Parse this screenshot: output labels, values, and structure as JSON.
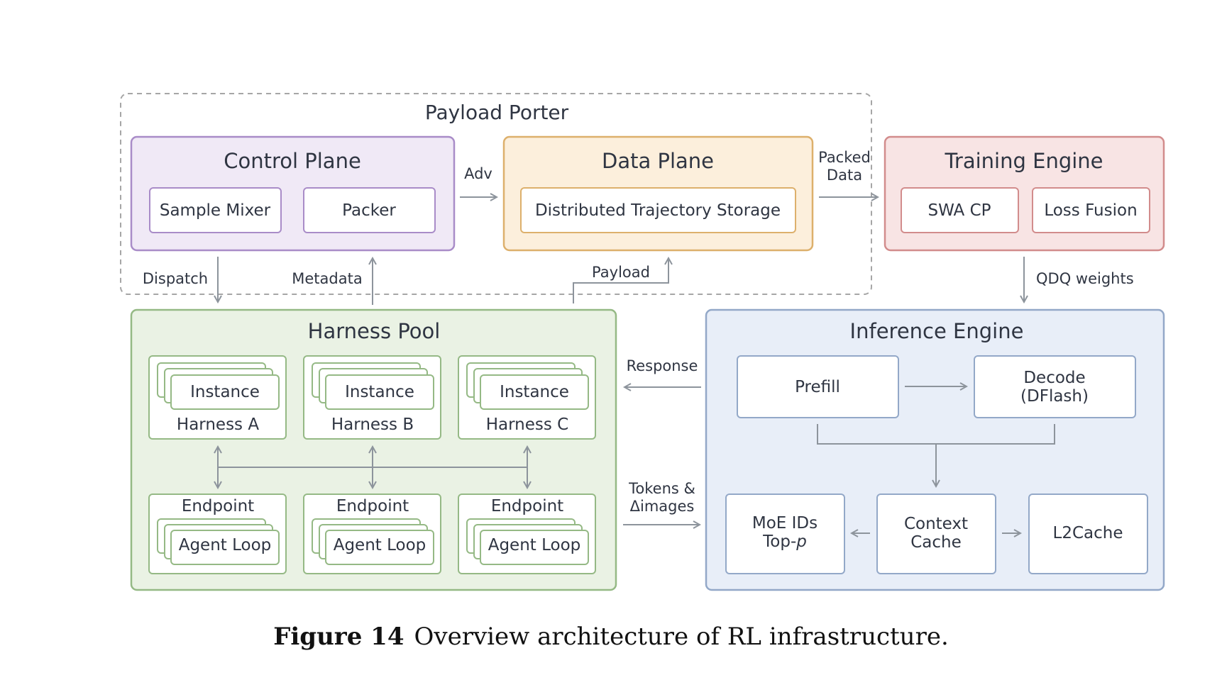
{
  "payload_porter": {
    "title": "Payload Porter"
  },
  "control_plane": {
    "title": "Control Plane",
    "sample_mixer": "Sample Mixer",
    "packer": "Packer"
  },
  "data_plane": {
    "title": "Data Plane",
    "storage": "Distributed Trajectory Storage"
  },
  "training_engine": {
    "title": "Training Engine",
    "swa_cp": "SWA CP",
    "loss_fusion": "Loss Fusion"
  },
  "harness_pool": {
    "title": "Harness Pool",
    "harnesses": [
      {
        "instance": "Instance",
        "name": "Harness A"
      },
      {
        "instance": "Instance",
        "name": "Harness B"
      },
      {
        "instance": "Instance",
        "name": "Harness C"
      }
    ],
    "endpoints": [
      {
        "endpoint": "Endpoint",
        "agent": "Agent Loop"
      },
      {
        "endpoint": "Endpoint",
        "agent": "Agent Loop"
      },
      {
        "endpoint": "Endpoint",
        "agent": "Agent Loop"
      }
    ]
  },
  "inference_engine": {
    "title": "Inference Engine",
    "prefill": "Prefill",
    "decode_line1": "Decode",
    "decode_line2": "(DFlash)",
    "moe_line1": "MoE IDs",
    "moe_line2_prefix": "Top-",
    "moe_line2_var": "p",
    "context_line1": "Context",
    "context_line2": "Cache",
    "l2cache": "L2Cache"
  },
  "edges": {
    "adv": "Adv",
    "packed_line1": "Packed",
    "packed_line2": "Data",
    "dispatch": "Dispatch",
    "metadata": "Metadata",
    "payload": "Payload",
    "qdq": "QDQ weights",
    "response": "Response",
    "tokens_line1": "Tokens &",
    "tokens_line2": "Δimages"
  },
  "caption": {
    "label": "Figure 14",
    "text": "Overview architecture of RL infrastructure."
  },
  "colors": {
    "purple_fill": "#f0e9f6",
    "purple_stroke": "#a98cc8",
    "orange_fill": "#fcefdc",
    "orange_stroke": "#ddb06c",
    "red_fill": "#f8e4e4",
    "red_stroke": "#d28c8c",
    "green_fill": "#eaf2e4",
    "green_stroke": "#95b985",
    "blue_fill": "#e8eef8",
    "blue_stroke": "#93a8c8",
    "arrow": "#8d949c"
  }
}
